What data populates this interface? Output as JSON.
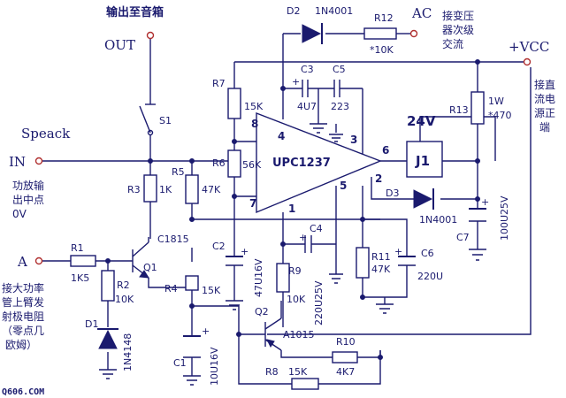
{
  "labels": {
    "out_to_speaker": "输出至音箱",
    "out": "OUT",
    "s1": "S1",
    "speack": "Speack",
    "in": "IN",
    "midpoint_1": "功放输",
    "midpoint_2": "出中点",
    "midpoint_3": "0V",
    "a": "A",
    "note_1": "接大功率",
    "note_2": "管上臂发",
    "note_3": "射极电阻",
    "note_4": "（零点几",
    "note_5": "欧姆）",
    "d2": "D2",
    "d2_val": "1N4001",
    "r12": "R12",
    "r12_val": "*10K",
    "ac": "AC",
    "ac_note_1": "接变压",
    "ac_note_2": "器次级",
    "ac_note_3": "交流",
    "vcc": "+VCC",
    "dc_note_1": "接直",
    "dc_note_2": "流电",
    "dc_note_3": "源正",
    "dc_note_4": "端",
    "r7": "R7",
    "r7_val": "15K",
    "c3": "C3",
    "c3_val": "4U7",
    "c5": "C5",
    "c5_val": "223",
    "r13": "R13",
    "r13_val1": "1W",
    "r13_val2": "*470",
    "v24": "24V",
    "ic": "UPC1237",
    "pin8": "8",
    "pin4": "4",
    "pin3": "3",
    "pin6": "6",
    "pin2": "2",
    "pin5": "5",
    "pin7": "7",
    "pin1": "1",
    "r6": "R6",
    "r6_val": "56K",
    "j1": "J1",
    "d3": "D3",
    "d3_val": "1N4001",
    "r3": "R3",
    "r3_val": "1K",
    "r5": "R5",
    "r5_val": "47K",
    "c1815": "C1815",
    "q1": "Q1",
    "r1": "R1",
    "r1_val": "1K5",
    "r2": "R2",
    "r2_val": "10K",
    "d1": "D1",
    "d1_val": "1N4148",
    "r4": "R4",
    "r4_val": "15K",
    "c1": "C1",
    "c1_val": "10U16V",
    "c2": "C2",
    "c2_val": "47U16V",
    "c4": "C4",
    "c4_val": "220U25V",
    "r9": "R9",
    "r9_val": "10K",
    "r11": "R11",
    "r11_val": "47K",
    "c6": "C6",
    "c6_val": "220U",
    "c7": "C7",
    "c7_val": "100U25V",
    "q2": "Q2",
    "a1015": "A1015",
    "r10": "R10",
    "r10_val": "4K7",
    "r8": "R8",
    "r8_val": "15K",
    "watermark": "Q606.COM"
  },
  "colors": {
    "ink": "#1a1a6e",
    "terminal": "#b03030",
    "background": "#ffffff"
  }
}
